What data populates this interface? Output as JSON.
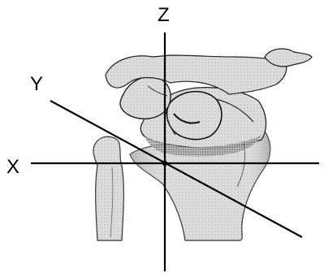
{
  "labels": {
    "z": "Z",
    "y": "Y",
    "x": "X"
  },
  "colors": {
    "axis": "#000000",
    "bone_fill": "#d8d8d8",
    "bone_shadow": "#7a7a7a",
    "bone_outline": "#222222",
    "background": "#ffffff"
  }
}
